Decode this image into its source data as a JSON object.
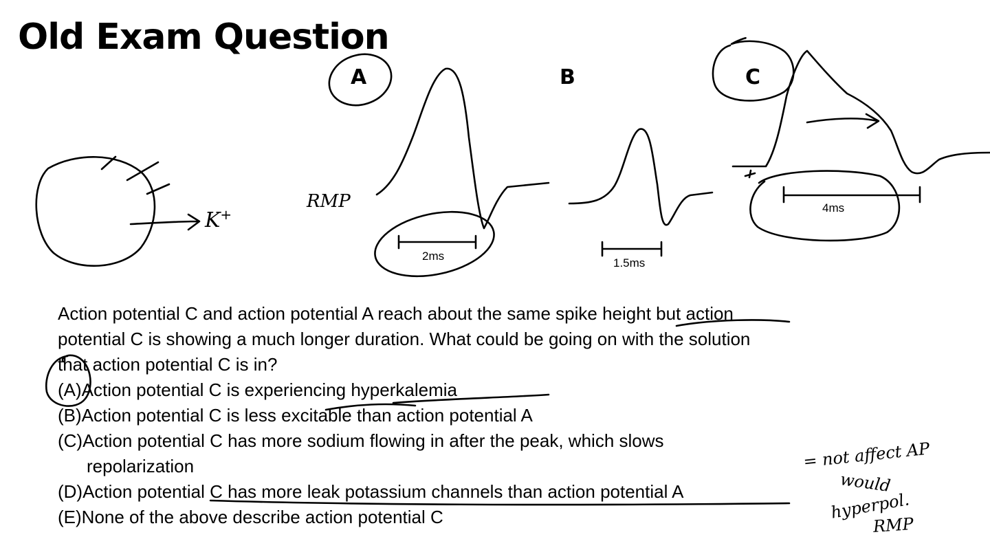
{
  "slide": {
    "title": "Old Exam Question"
  },
  "panels": [
    {
      "label": "A",
      "scale": "2ms"
    },
    {
      "label": "B",
      "scale": "1.5ms"
    },
    {
      "label": "C",
      "scale": "4ms"
    }
  ],
  "annotations": {
    "rmp": "RMP",
    "ion": "K",
    "ion_sup": "+",
    "side_note": [
      "= not affect AP",
      "would",
      "hyperpol.",
      "RMP"
    ]
  },
  "question": {
    "stem_1": "Action potential C and action potential A reach about the same spike height but action",
    "stem_2": "potential C is showing a much longer duration.  What could be going on with the solution",
    "stem_3": "that action potential C is in?",
    "choices": [
      {
        "letter": "(A)",
        "text": "Action potential C is experiencing hyperkalemia"
      },
      {
        "letter": "(B)",
        "text": "Action potential C is less excitable than action potential A"
      },
      {
        "letter": "(C)",
        "text": "Action potential C has more sodium flowing in after the peak, which slows",
        "cont": "repolarization"
      },
      {
        "letter": "(D)",
        "text": "Action potential C has more leak potassium channels than action potential A"
      },
      {
        "letter": "(E)",
        "text": "None of the above describe action potential C"
      }
    ]
  }
}
